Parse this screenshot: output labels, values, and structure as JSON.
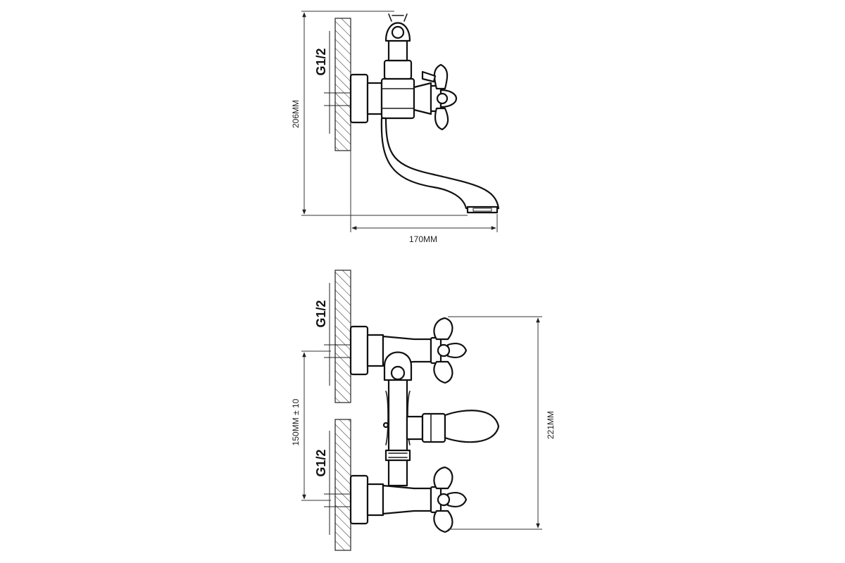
{
  "side_view": {
    "height_label": "206MM",
    "depth_label": "170MM",
    "thread_label": "G1/2"
  },
  "front_view": {
    "center_distance_label": "150MM ± 10",
    "height_label": "221MM",
    "thread_top_label": "G1/2",
    "thread_bottom_label": "G1/2"
  }
}
